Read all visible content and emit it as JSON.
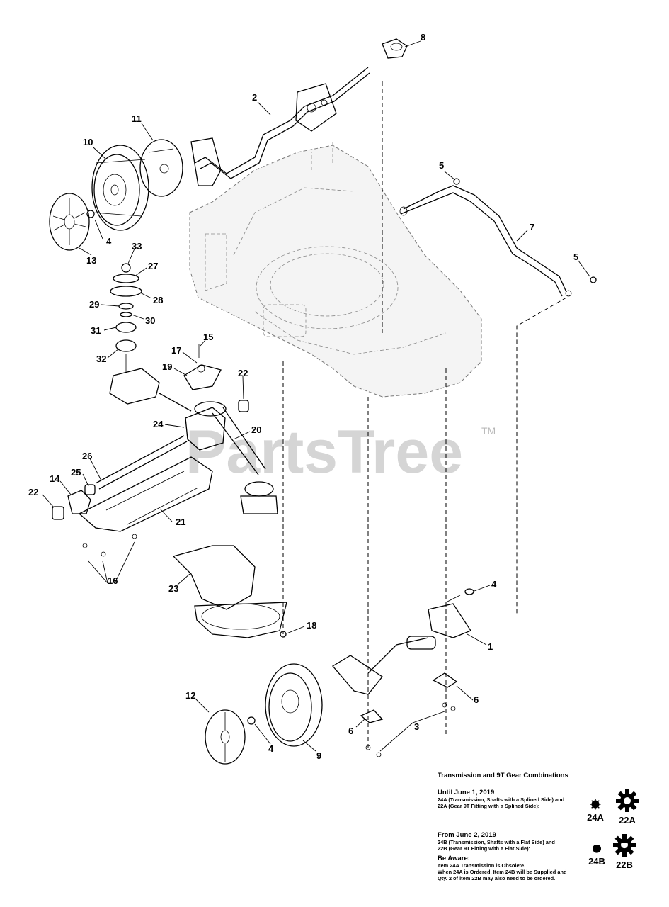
{
  "callouts": {
    "n1": "1",
    "n2": "2",
    "n3": "3",
    "n4a": "4",
    "n4b": "4",
    "n4c": "4",
    "n5a": "5",
    "n5b": "5",
    "n6a": "6",
    "n6b": "6",
    "n7": "7",
    "n8": "8",
    "n9": "9",
    "n10": "10",
    "n11": "11",
    "n12": "12",
    "n13": "13",
    "n14": "14",
    "n15": "15",
    "n16": "16",
    "n17": "17",
    "n18": "18",
    "n19": "19",
    "n20": "20",
    "n21": "21",
    "n22a": "22",
    "n22b": "22",
    "n23": "23",
    "n24": "24",
    "n25": "25",
    "n26": "26",
    "n27": "27",
    "n28": "28",
    "n29": "29",
    "n30": "30",
    "n31": "31",
    "n32": "32",
    "n33": "33"
  },
  "watermark": {
    "text": "PartsTree",
    "mark": "TM"
  },
  "legend": {
    "title": "Transmission and 9T Gear Combinations",
    "until_heading": "Until June 1, 2019",
    "until_line1": "24A (Transmission, Shafts with a Splined Side) and",
    "until_line2": "22A (Gear 9T Fitting with a Splined Side):",
    "from_heading": "From June 2, 2019",
    "from_line1": "24B (Transmission, Shafts with a Flat Side) and",
    "from_line2": "22B (Gear 9T Fitting with a Flat Side):",
    "aware_heading": "Be Aware:",
    "aware_line1": "Item 24A Transmission is Obsolete.",
    "aware_line2": "When 24A is Ordered, Item 24B will be Supplied and",
    "aware_line3": "Qty. 2 of item 22B may also need to be ordered.",
    "label_24a": "24A",
    "label_22a": "22A",
    "label_24b": "24B",
    "label_22b": "22B"
  }
}
